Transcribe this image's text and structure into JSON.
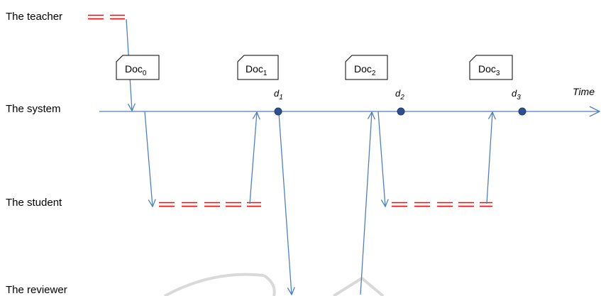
{
  "roles": {
    "teacher": "The teacher",
    "system": "The system",
    "student": "The student",
    "reviewer": "The reviewer"
  },
  "documents": [
    {
      "name": "Doc",
      "sub": "0"
    },
    {
      "name": "Doc",
      "sub": "1"
    },
    {
      "name": "Doc",
      "sub": "2"
    },
    {
      "name": "Doc",
      "sub": "3"
    }
  ],
  "deadlines": [
    {
      "name": "d",
      "sub": "1"
    },
    {
      "name": "d",
      "sub": "2"
    },
    {
      "name": "d",
      "sub": "3"
    }
  ],
  "axis_label": "Time",
  "colors": {
    "flow": "#4f81bd",
    "waiting": "#ff0000",
    "deadline": "#2f4f8f"
  }
}
